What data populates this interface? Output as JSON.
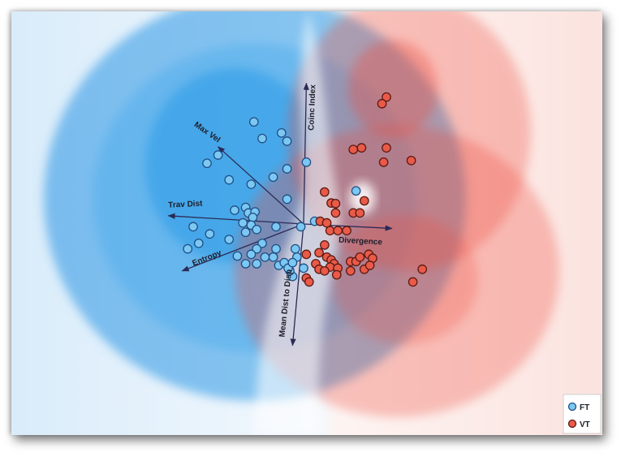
{
  "chart_data": {
    "type": "scatter",
    "subtype": "pca-biplot-with-decision-background",
    "title": "",
    "xlabel": "",
    "ylabel": "",
    "xlim": [
      -3.5,
      3.5
    ],
    "ylim": [
      -3.0,
      3.0
    ],
    "grid": false,
    "legend_position": "bottom-right",
    "background": "decision-region gradient (blue = FT, red = VT)",
    "colors": {
      "FT_fill": "#7cc8f2",
      "FT_stroke": "#1f4f86",
      "VT_fill": "#ea5a48",
      "VT_stroke": "#5a1a12",
      "FT_region": "#2f9fe8",
      "VT_region": "#ef4b3c",
      "arrow": "#2a2a55"
    },
    "loadings": [
      {
        "label": "Coinc Index",
        "x": 0.05,
        "y": 2.55
      },
      {
        "label": "Max Vel",
        "x": -1.55,
        "y": 1.4
      },
      {
        "label": "Trav Dist",
        "x": -2.45,
        "y": 0.15
      },
      {
        "label": "Entropy",
        "x": -2.2,
        "y": -0.85
      },
      {
        "label": "Divergence",
        "x": 1.6,
        "y": -0.08
      },
      {
        "label": "Mean Dist to Disp",
        "x": -0.2,
        "y": -2.2
      }
    ],
    "series": [
      {
        "name": "FT",
        "points": [
          [
            -0.9,
            1.85
          ],
          [
            -0.75,
            1.55
          ],
          [
            -0.4,
            1.65
          ],
          [
            -0.3,
            1.5
          ],
          [
            0.05,
            1.12
          ],
          [
            -0.3,
            1.0
          ],
          [
            -0.55,
            0.85
          ],
          [
            -1.75,
            1.1
          ],
          [
            -1.35,
            0.8
          ],
          [
            -0.95,
            0.72
          ],
          [
            -0.3,
            0.45
          ],
          [
            -1.25,
            0.25
          ],
          [
            -1.05,
            0.3
          ],
          [
            -1.0,
            0.2
          ],
          [
            -0.88,
            0.22
          ],
          [
            -0.92,
            0.12
          ],
          [
            -1.1,
            0.02
          ],
          [
            -0.95,
            -0.02
          ],
          [
            -0.85,
            -0.1
          ],
          [
            -1.05,
            -0.15
          ],
          [
            -0.5,
            -0.05
          ],
          [
            -1.7,
            -0.18
          ],
          [
            -2.0,
            -0.05
          ],
          [
            -1.9,
            -0.35
          ],
          [
            -2.1,
            -0.45
          ],
          [
            -1.35,
            -0.28
          ],
          [
            -0.75,
            -0.35
          ],
          [
            -0.85,
            -0.45
          ],
          [
            -0.5,
            -0.45
          ],
          [
            -0.55,
            -0.6
          ],
          [
            -1.2,
            -0.58
          ],
          [
            -1.05,
            -0.72
          ],
          [
            -0.85,
            -0.72
          ],
          [
            -0.45,
            -0.75
          ],
          [
            -0.15,
            -0.45
          ],
          [
            -0.2,
            -0.95
          ],
          [
            -0.12,
            -0.6
          ],
          [
            -0.25,
            -0.85
          ],
          [
            -0.35,
            -0.7
          ],
          [
            -0.28,
            -0.8
          ],
          [
            -0.2,
            -0.7
          ],
          [
            -0.05,
            -0.05
          ],
          [
            0.2,
            0.05
          ],
          [
            0.95,
            0.6
          ],
          [
            -1.55,
            1.25
          ],
          [
            -0.7,
            -0.6
          ],
          [
            -0.95,
            -0.55
          ],
          [
            0.0,
            -0.8
          ]
        ]
      },
      {
        "name": "VT",
        "points": [
          [
            1.5,
            2.3
          ],
          [
            1.42,
            2.18
          ],
          [
            0.9,
            1.35
          ],
          [
            1.05,
            1.38
          ],
          [
            1.5,
            1.38
          ],
          [
            1.45,
            1.12
          ],
          [
            1.95,
            1.15
          ],
          [
            0.38,
            0.58
          ],
          [
            0.5,
            0.38
          ],
          [
            0.58,
            0.37
          ],
          [
            0.58,
            0.2
          ],
          [
            0.9,
            0.2
          ],
          [
            1.02,
            0.2
          ],
          [
            1.1,
            0.42
          ],
          [
            0.3,
            0.05
          ],
          [
            0.42,
            0.02
          ],
          [
            0.48,
            -0.12
          ],
          [
            0.62,
            -0.12
          ],
          [
            0.78,
            -0.12
          ],
          [
            0.38,
            -0.38
          ],
          [
            0.28,
            -0.52
          ],
          [
            0.42,
            -0.6
          ],
          [
            0.5,
            -0.65
          ],
          [
            0.55,
            -0.72
          ],
          [
            0.22,
            -0.72
          ],
          [
            0.48,
            -0.78
          ],
          [
            0.28,
            -0.82
          ],
          [
            0.38,
            -0.85
          ],
          [
            0.62,
            -0.8
          ],
          [
            0.85,
            -0.68
          ],
          [
            0.95,
            -0.68
          ],
          [
            1.02,
            -0.6
          ],
          [
            1.18,
            -0.55
          ],
          [
            1.25,
            -0.62
          ],
          [
            1.1,
            -0.82
          ],
          [
            0.85,
            -0.85
          ],
          [
            1.2,
            -0.75
          ],
          [
            2.15,
            -0.82
          ],
          [
            1.98,
            -1.05
          ],
          [
            0.05,
            -0.98
          ],
          [
            0.1,
            -1.05
          ],
          [
            0.6,
            -0.92
          ],
          [
            0.05,
            -0.55
          ]
        ]
      }
    ]
  },
  "legend": {
    "entries": [
      {
        "label": "FT",
        "fill": "#7cc8f2",
        "stroke": "#1f4f86"
      },
      {
        "label": "VT",
        "fill": "#ea5a48",
        "stroke": "#5a1a12"
      }
    ]
  }
}
